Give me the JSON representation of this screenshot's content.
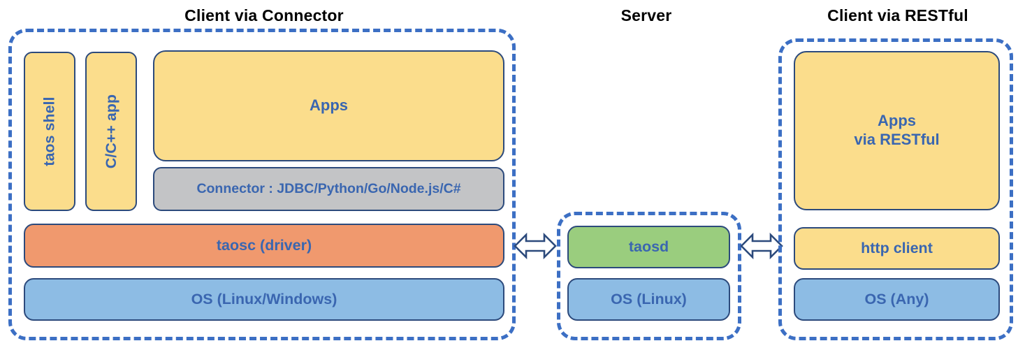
{
  "diagram": {
    "title_left": "Client via Connector",
    "title_center": "Server",
    "title_right": "Client via RESTful",
    "colors": {
      "frame_dashed": "#3c6fc4",
      "block_border": "#2c4a7c",
      "label_text": "#3a66b0",
      "title_text": "#000000",
      "yellow": "#FBDD8C",
      "gray": "#C3C4C6",
      "orange": "#F0996E",
      "blue": "#8DBCE4",
      "green": "#9ACD7E",
      "background": "#ffffff"
    }
  },
  "client_connector": {
    "taos_shell": "taos shell",
    "c_cpp_app": "C/C++ app",
    "apps": "Apps",
    "connector": "Connector : JDBC/Python/Go/Node.js/C#",
    "taosc": "taosc (driver)",
    "os": "OS (Linux/Windows)"
  },
  "server": {
    "taosd": "taosd",
    "os": "OS (Linux)"
  },
  "client_restful": {
    "apps_line1": "Apps",
    "apps_line2": "via RESTful",
    "http_client": "http client",
    "os": "OS (Any)"
  },
  "connectors": {
    "left_arrow": "double-headed-arrow",
    "right_arrow": "double-headed-arrow"
  }
}
